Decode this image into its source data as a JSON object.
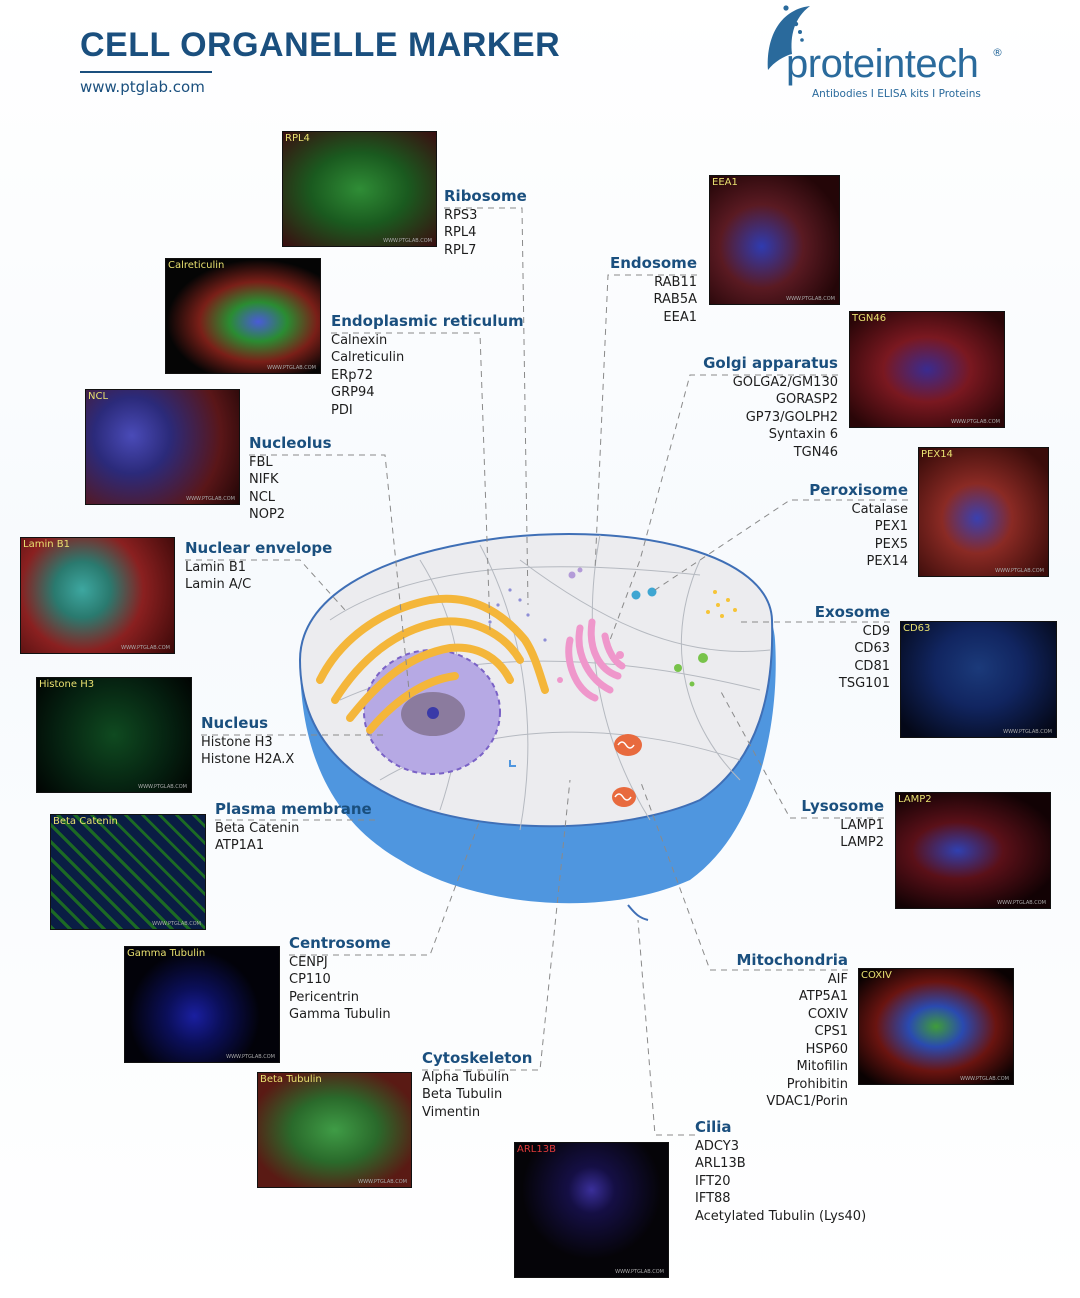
{
  "header": {
    "title": "CELL ORGANELLE MARKER",
    "url": "www.ptglab.com"
  },
  "brand": {
    "name": "proteintech",
    "registered": "®",
    "tagline": "Antibodies  I  ELISA kits  I  Proteins"
  },
  "image_watermark": "WWW.PTGLAB.COM",
  "organelles": {
    "ribosome": {
      "title": "Ribosome",
      "markers": [
        "RPS3",
        "RPL4",
        "RPL7"
      ]
    },
    "er": {
      "title": "Endoplasmic reticulum",
      "markers": [
        "Calnexin",
        "Calreticulin",
        "ERp72",
        "GRP94",
        "PDI"
      ]
    },
    "nucleolus": {
      "title": "Nucleolus",
      "markers": [
        "FBL",
        "NIFK",
        "NCL",
        "NOP2"
      ]
    },
    "nuclear_envelope": {
      "title": "Nuclear envelope",
      "markers": [
        "Lamin B1",
        "Lamin A/C"
      ]
    },
    "nucleus": {
      "title": "Nucleus",
      "markers": [
        "Histone H3",
        "Histone H2A.X"
      ]
    },
    "plasma_membrane": {
      "title": "Plasma membrane",
      "markers": [
        "Beta Catenin",
        "ATP1A1"
      ]
    },
    "centrosome": {
      "title": "Centrosome",
      "markers": [
        "CENPJ",
        "CP110",
        "Pericentrin",
        "Gamma Tubulin"
      ]
    },
    "cytoskeleton": {
      "title": "Cytoskeleton",
      "markers": [
        "Alpha Tubulin",
        "Beta Tubulin",
        "Vimentin"
      ]
    },
    "cilia": {
      "title": "Cilia",
      "markers": [
        "ADCY3",
        "ARL13B",
        "IFT20",
        "IFT88",
        "Acetylated Tubulin (Lys40)"
      ]
    },
    "endosome": {
      "title": "Endosome",
      "markers": [
        "RAB11",
        "RAB5A",
        "EEA1"
      ]
    },
    "golgi": {
      "title": "Golgi apparatus",
      "markers": [
        "GOLGA2/GM130",
        "GORASP2",
        "GP73/GOLPH2",
        "Syntaxin 6",
        "TGN46"
      ]
    },
    "peroxisome": {
      "title": "Peroxisome",
      "markers": [
        "Catalase",
        "PEX1",
        "PEX5",
        "PEX14"
      ]
    },
    "exosome": {
      "title": "Exosome",
      "markers": [
        "CD9",
        "CD63",
        "CD81",
        "TSG101"
      ]
    },
    "lysosome": {
      "title": "Lysosome",
      "markers": [
        "LAMP1",
        "LAMP2"
      ]
    },
    "mitochondria": {
      "title": "Mitochondria",
      "markers": [
        "AIF",
        "ATP5A1",
        "COXIV",
        "CPS1",
        "HSP60",
        "Mitofilin",
        "Prohibitin",
        "VDAC1/Porin"
      ]
    }
  },
  "images": {
    "rpl4": "RPL4",
    "calreticulin": "Calreticulin",
    "ncl": "NCL",
    "lamin_b1": "Lamin B1",
    "histone_h3": "Histone H3",
    "beta_catenin": "Beta Catenin",
    "gamma_tubulin": "Gamma Tubulin",
    "beta_tubulin": "Beta Tubulin",
    "arl13b": "ARL13B",
    "eea1": "EEA1",
    "tgn46": "TGN46",
    "pex14": "PEX14",
    "cd63": "CD63",
    "lamp2": "LAMP2",
    "coxiv": "COXIV"
  }
}
